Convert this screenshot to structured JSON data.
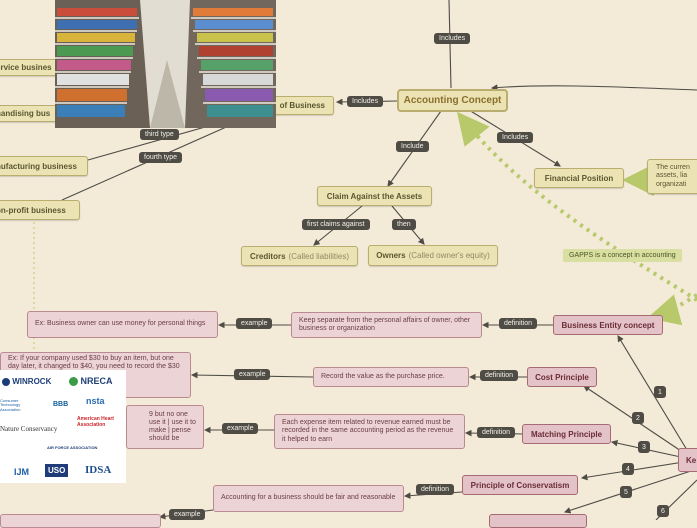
{
  "center_topic": "Accounting Concept",
  "types_of_business": {
    "node_partial": "of Business",
    "partial_items": [
      "ervice busines",
      "handising bus",
      "nufacturing business",
      "on-profit business"
    ],
    "link_third": "third type",
    "link_fourth": "fourth type"
  },
  "links": {
    "top_includes": "Includes",
    "left_includes": "Includes",
    "right_includes": "Includes",
    "include": "Include",
    "first_claims": "first claims against",
    "then": "then",
    "definition": "definition",
    "example": "example"
  },
  "financial_position": {
    "label": "Financial Position",
    "note_lines": [
      "The curren",
      "assets, lia",
      "organizati"
    ]
  },
  "claim_against_assets": "Claim Against the Assets",
  "creditors": {
    "main": "Creditors",
    "sub": "(Called liabilities)"
  },
  "owners": {
    "main": "Owners",
    "sub": "(Called owner's equity)"
  },
  "gaaps_label": "GAPPS is a concept in accounting",
  "concepts": [
    {
      "label": "Business Entity concept",
      "definition": "Keep separate from the personal affairs of owner, other business or organization",
      "example": "Ex: Business owner can use money for personal things"
    },
    {
      "label": "Cost Principle",
      "definition": "Record the value as the purchase price.",
      "example": "Ex: If your company used $30 to buy an item, but one day later, it changed to $40, you need to record the $30 not the $40 as how much"
    },
    {
      "label": "Matching Principle",
      "definition": "Each expense item related to revenue earned must be recorded in the same accounting period as the revenue it helped to earn",
      "example_partial": "9 but no one use it | use it to make | pense should be"
    },
    {
      "label": "Principle of Conservatism",
      "definition": "Accounting for a business should be fair and reasonable"
    }
  ],
  "numbers": [
    "1",
    "2",
    "3",
    "4",
    "5",
    "6"
  ],
  "partial_right": "Ke",
  "logos": [
    "WINROCK",
    "NRECA",
    "BBB",
    "nsta",
    "Nature Conservancy",
    "American Heart Association",
    "AIR FORCE ASSOCIATION",
    "IJM",
    "USO",
    "IDSA",
    "Consumer Technology Association"
  ],
  "colors": {
    "background": "#f3ead8",
    "yellow_node": "#ece3b4",
    "pink_node": "#e3c3c8",
    "label_bg": "#4f4c46",
    "relationship_dash": "#b7c96a"
  }
}
